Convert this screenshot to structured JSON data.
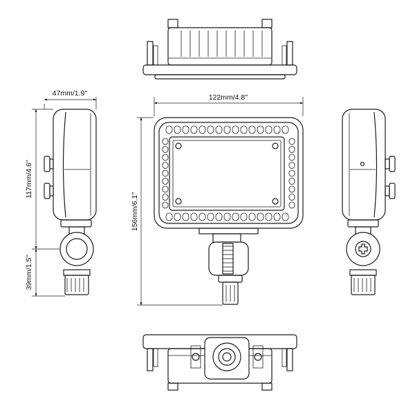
{
  "dimensions": {
    "depth": "47mm/1.9''",
    "width": "122mm/4.8''",
    "height": "156mm/6.1''",
    "body_height": "117mm/4.6''",
    "mount_height": "39mm/1.5''"
  }
}
